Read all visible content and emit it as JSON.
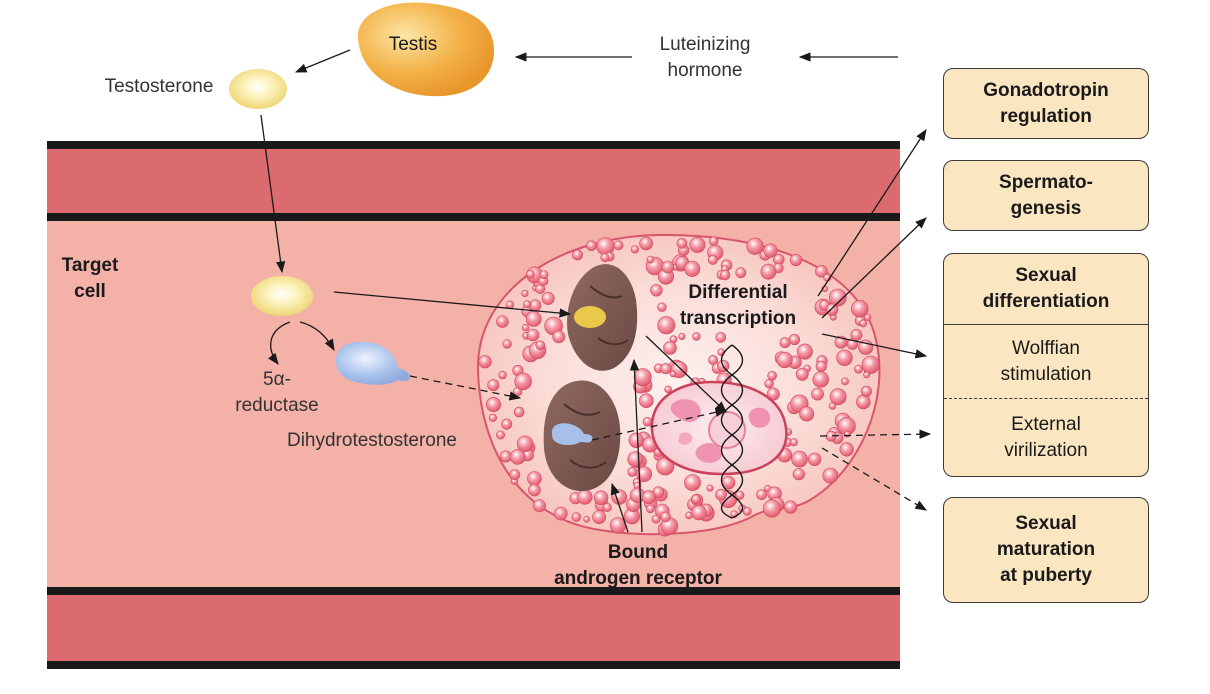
{
  "labels": {
    "testis": "Testis",
    "lh": "Luteinizing\nhormone",
    "testosterone": "Testosterone",
    "target_cell": "Target\ncell",
    "reductase": "5α-\nreductase",
    "dht": "Dihydrotestosterone",
    "transcription": "Differential\ntranscription",
    "bound": "Bound\nandrogen receptor"
  },
  "outcomes": {
    "gonadotropin": "Gonadotropin\nregulation",
    "spermatogenesis": "Spermato-\ngenesis",
    "sexual_diff": "Sexual\ndifferentiation",
    "wolffian": "Wolffian\nstimulation",
    "external": "External\nvirilization",
    "maturation": "Sexual\nmaturation\nat puberty"
  },
  "colors": {
    "band_dark": "#1a1a1a",
    "band_red": "#dc6b6f",
    "cytoplasm": "#f4b1a8",
    "box_fill": "#fbe6c2",
    "testis": "#f1a83a",
    "dht": "#a7c0ea",
    "receptor": "#7d5a55"
  }
}
